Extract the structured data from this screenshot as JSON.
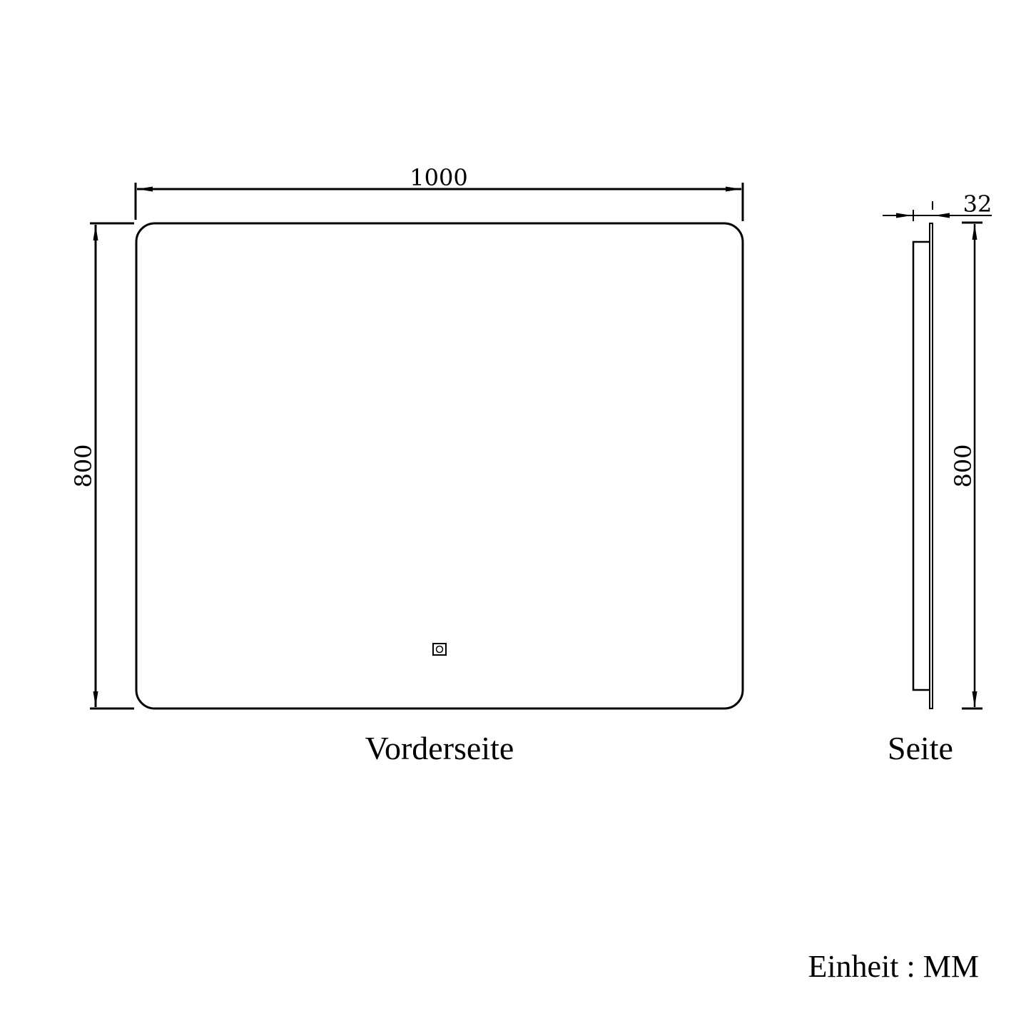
{
  "diagram": {
    "type": "technical-drawing",
    "unit_label": "Einheit : MM",
    "front_view": {
      "label": "Vorderseite",
      "width_dimension": "1000",
      "height_dimension": "800",
      "elements": [
        "rounded-rectangle-mirror",
        "touch-switch"
      ]
    },
    "side_view": {
      "label": "Seite",
      "depth_dimension": "32",
      "height_dimension": "800",
      "elements": [
        "mirror-glass-panel",
        "back-frame"
      ]
    },
    "colors": {
      "line": "#000000",
      "background": "#ffffff"
    }
  }
}
